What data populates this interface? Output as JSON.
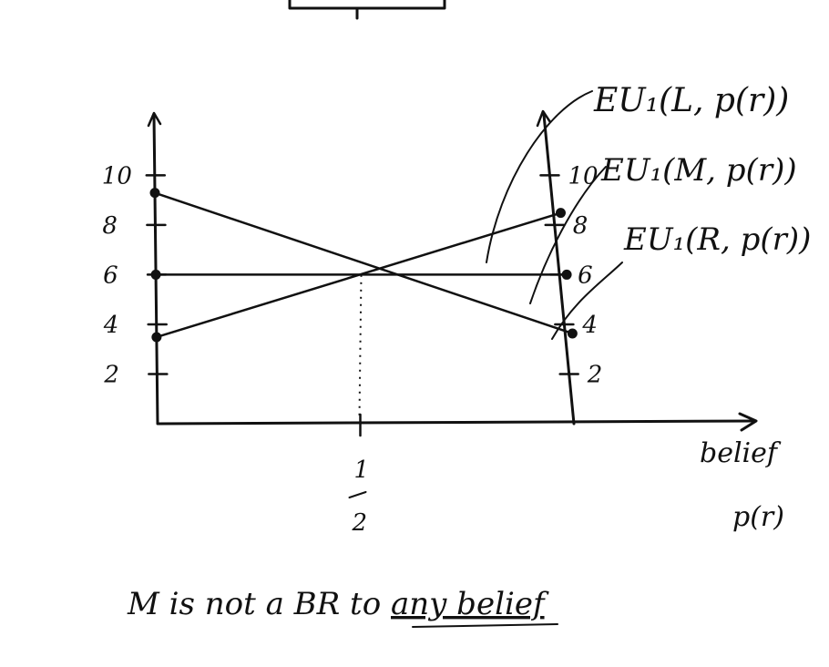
{
  "chart_data": {
    "type": "line",
    "x": [
      0,
      1
    ],
    "xlabel": [
      "belief",
      "p(r)"
    ],
    "x_ticks": [
      {
        "value": 0.5,
        "label_num": "1",
        "label_den": "2"
      }
    ],
    "ylim": [
      0,
      12
    ],
    "y_ticks_left": [
      "10",
      "8",
      "6",
      "4",
      "2"
    ],
    "y_ticks_right": [
      "10",
      "8",
      "6",
      "4",
      "2"
    ],
    "series": [
      {
        "name": "EU₁(L, p(r))",
        "values": [
          4,
          9
        ]
      },
      {
        "name": "EU₁(M, p(r))",
        "values": [
          6,
          6
        ]
      },
      {
        "name": "EU₁(R, p(r))",
        "values": [
          9,
          4
        ]
      }
    ],
    "intersection_x": 0.5,
    "annotation": {
      "prefix": "M is not a BR to ",
      "underlined": "any belief"
    }
  }
}
